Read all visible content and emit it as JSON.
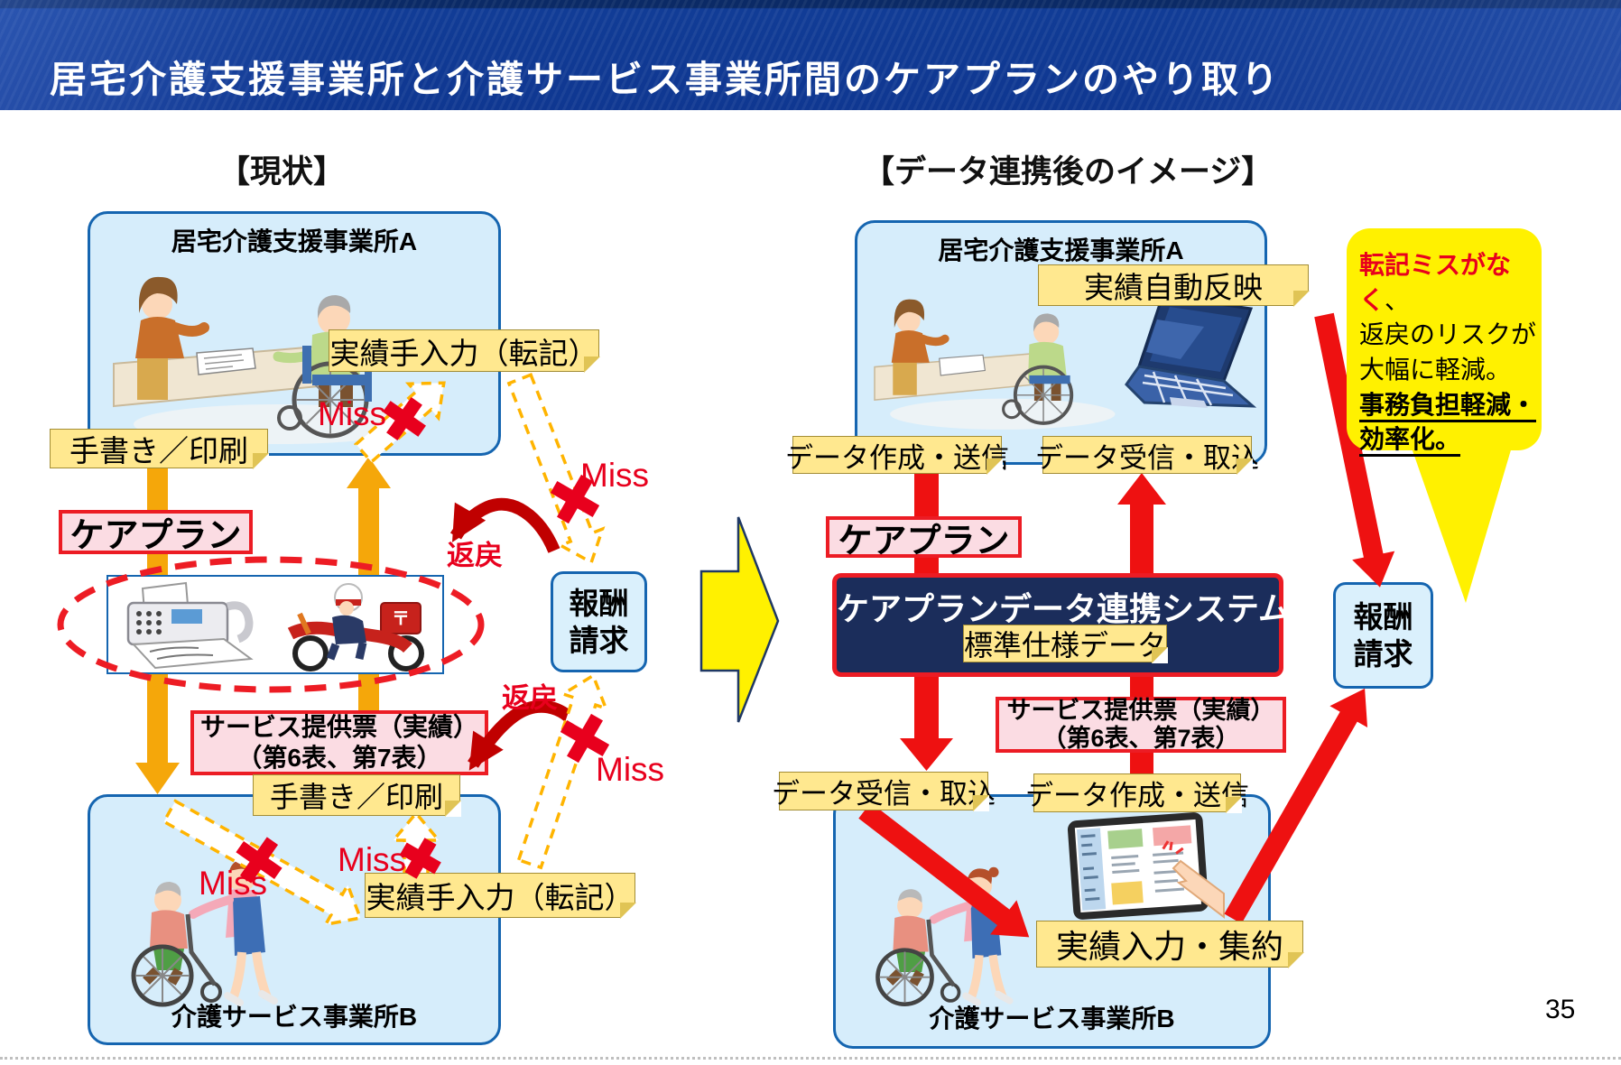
{
  "header": {
    "title": "居宅介護支援事業所と介護サービス事業所間のケアプランのやり取り"
  },
  "page_number": "35",
  "labels": {
    "miss": "Miss",
    "henrei": "返戻"
  },
  "current": {
    "heading": "【現状】",
    "office_a": "居宅介護支援事業所A",
    "office_b": "介護サービス事業所B",
    "manual_entry_note": "実績手入力（転記）",
    "handwriting_note": "手書き／印刷",
    "care_plan": "ケアプラン",
    "service_sheet_l1": "サービス提供票（実績）",
    "service_sheet_l2": "（第6表、第7表）",
    "billing_l1": "報酬",
    "billing_l2": "請求"
  },
  "after": {
    "heading": "【データ連携後のイメージ】",
    "office_a": "居宅介護支援事業所A",
    "office_b": "介護サービス事業所B",
    "auto_reflect_note": "実績自動反映",
    "data_create_send": "データ作成・送信",
    "data_receive_import": "データ受信・取込",
    "care_plan": "ケアプラン",
    "system_title": "ケアプランデータ連携システム",
    "standard_spec_note": "標準仕様データ",
    "service_sheet_l1": "サービス提供票（実績）",
    "service_sheet_l2": "（第6表、第7表）",
    "input_aggregate_note": "実績入力・集約",
    "billing_l1": "報酬",
    "billing_l2": "請求",
    "callout": {
      "l1_red": "転記ミスがなく",
      "l1_tail": "、",
      "l2": "返戻のリスクが",
      "l3": "大幅に軽減。",
      "l4": "事務負担軽減・",
      "l5": "効率化。"
    }
  },
  "colors": {
    "header_bg": "#113C96",
    "accent_red": "#EE1111",
    "dark_red": "#C00000",
    "orange": "#F5A70A",
    "note_yellow": "#FFE88F",
    "box_blue_fill": "#D6EDFB",
    "box_blue_border": "#1565B0",
    "pink_fill": "#FBDCE3",
    "system_navy": "#1B2D5B",
    "highlight_yellow": "#FFF100"
  }
}
